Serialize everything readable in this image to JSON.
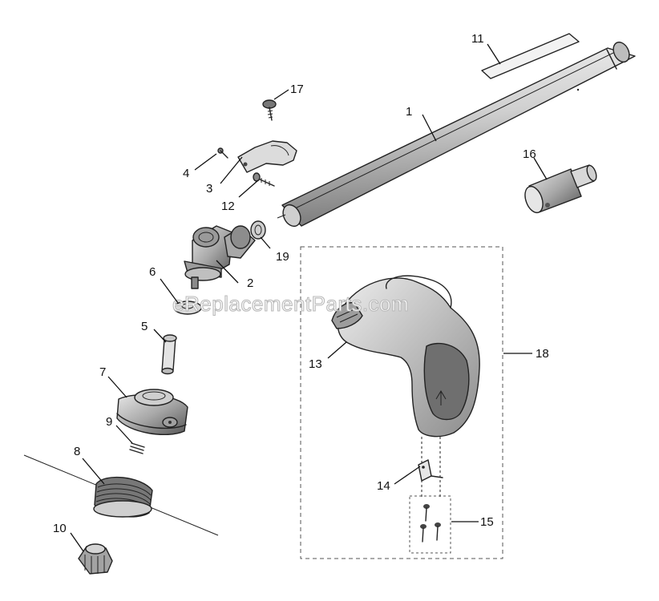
{
  "watermark": "eReplacementParts.com",
  "callouts": {
    "c1": "1",
    "c2": "2",
    "c3": "3",
    "c4": "4",
    "c5": "5",
    "c6": "6",
    "c7": "7",
    "c8": "8",
    "c9": "9",
    "c10": "10",
    "c11": "11",
    "c12": "12",
    "c13": "13",
    "c14": "14",
    "c15": "15",
    "c16": "16",
    "c17": "17",
    "c18": "18",
    "c19": "19"
  },
  "colors": {
    "line": "#222222",
    "shade_dark": "#6e6e6e",
    "shade_mid": "#b5b5b5",
    "shade_light": "#e2e2e2"
  }
}
